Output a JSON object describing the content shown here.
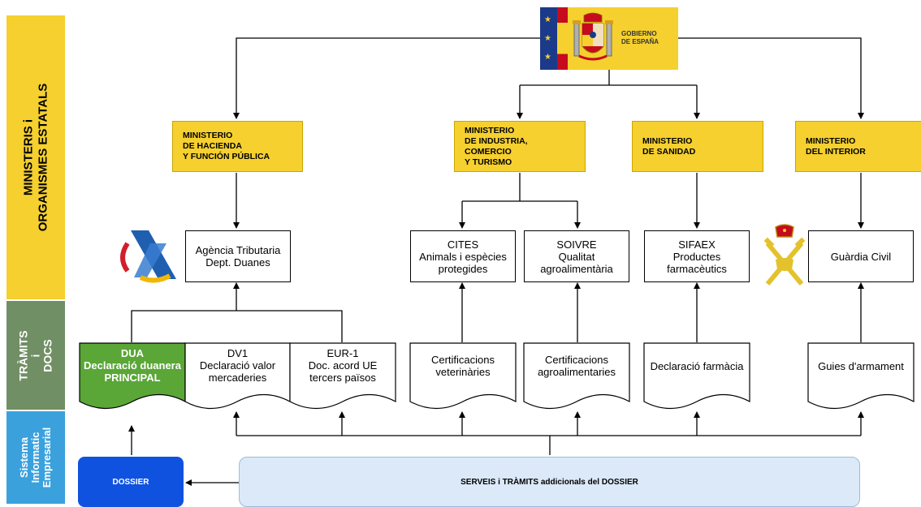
{
  "side_bands": [
    {
      "label": "MINISTERIS i\nORGANISMES ESTATALS",
      "color": "#f5d02f",
      "text_color": "#000000"
    },
    {
      "label": "TRÀMITS\ni\nDOCS",
      "color": "#708f64",
      "text_color": "#ffffff"
    },
    {
      "label": "Sistema\nInformatic\nEmpresarial",
      "color": "#3aa1dd",
      "text_color": "#ffffff"
    }
  ],
  "government": {
    "name_line1": "GOBIERNO",
    "name_line2": "DE ESPAÑA",
    "background": "#f5d02f"
  },
  "ministries": {
    "hacienda": "MINISTERIO\nDE HACIENDA\nY FUNCIÓN PÚBLICA",
    "industria": "MINISTERIO\nDE INDUSTRIA, COMERCIO\nY TURISMO",
    "sanidad": "MINISTERIO\nDE SANIDAD",
    "interior": "MINISTERIO\nDEL INTERIOR"
  },
  "agencies": {
    "agencia_tributaria": "Agència Tributaria\nDept. Duanes",
    "cites": "CITES\nAnimals i espècies\nprotegides",
    "soivre": "SOIVRE\nQualitat\nagroalimentària",
    "sifaex": "SIFAEX\nProductes\nfarmacèutics",
    "guardia_civil": "Guàrdia Civil"
  },
  "documents": {
    "dua": "DUA\nDeclaració duanera\nPRINCIPAL",
    "dv1": "DV1\nDeclaració valor\nmercaderies",
    "eur1": "EUR-1\nDoc. acord UE\ntercers països",
    "cert_vet": "Certificacions\nveterinàries",
    "cert_agro": "Certificacions\nagroalimentaries",
    "decl_farmacia": "Declaració farmàcia",
    "guies": "Guies d'armament"
  },
  "dossier": {
    "label": "DOSSIER"
  },
  "services": {
    "label": "SERVEIS i TRÀMITS addicionals del DOSSIER"
  },
  "colors": {
    "dua_green": "#5aa637",
    "dossier_blue": "#1052e0",
    "ministry_yellow": "#f5d02f"
  }
}
